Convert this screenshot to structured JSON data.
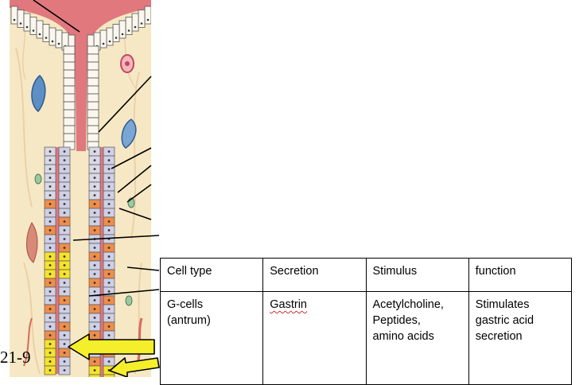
{
  "figure": {
    "label": "21-9"
  },
  "table": {
    "headers": [
      "Cell type",
      "Secretion",
      "Stimulus",
      "function"
    ],
    "row": {
      "cell_type": "G-cells\n(antrum)",
      "secretion": "Gastrin",
      "stimulus": "Acetylcholine,\nPeptides,\namino acids",
      "function": "Stimulates\ngastric acid\nsecretion"
    }
  },
  "colors": {
    "connective_tissue": "#f7e8c5",
    "lumen": "#e0787e",
    "parietal_cell": "#ef8e4a",
    "chief_cell": "#cfd0e6",
    "g_cell": "#f5e32a",
    "pointer_arrow": "#f5ee2a",
    "vessel_blue": "#5d8fc4"
  }
}
